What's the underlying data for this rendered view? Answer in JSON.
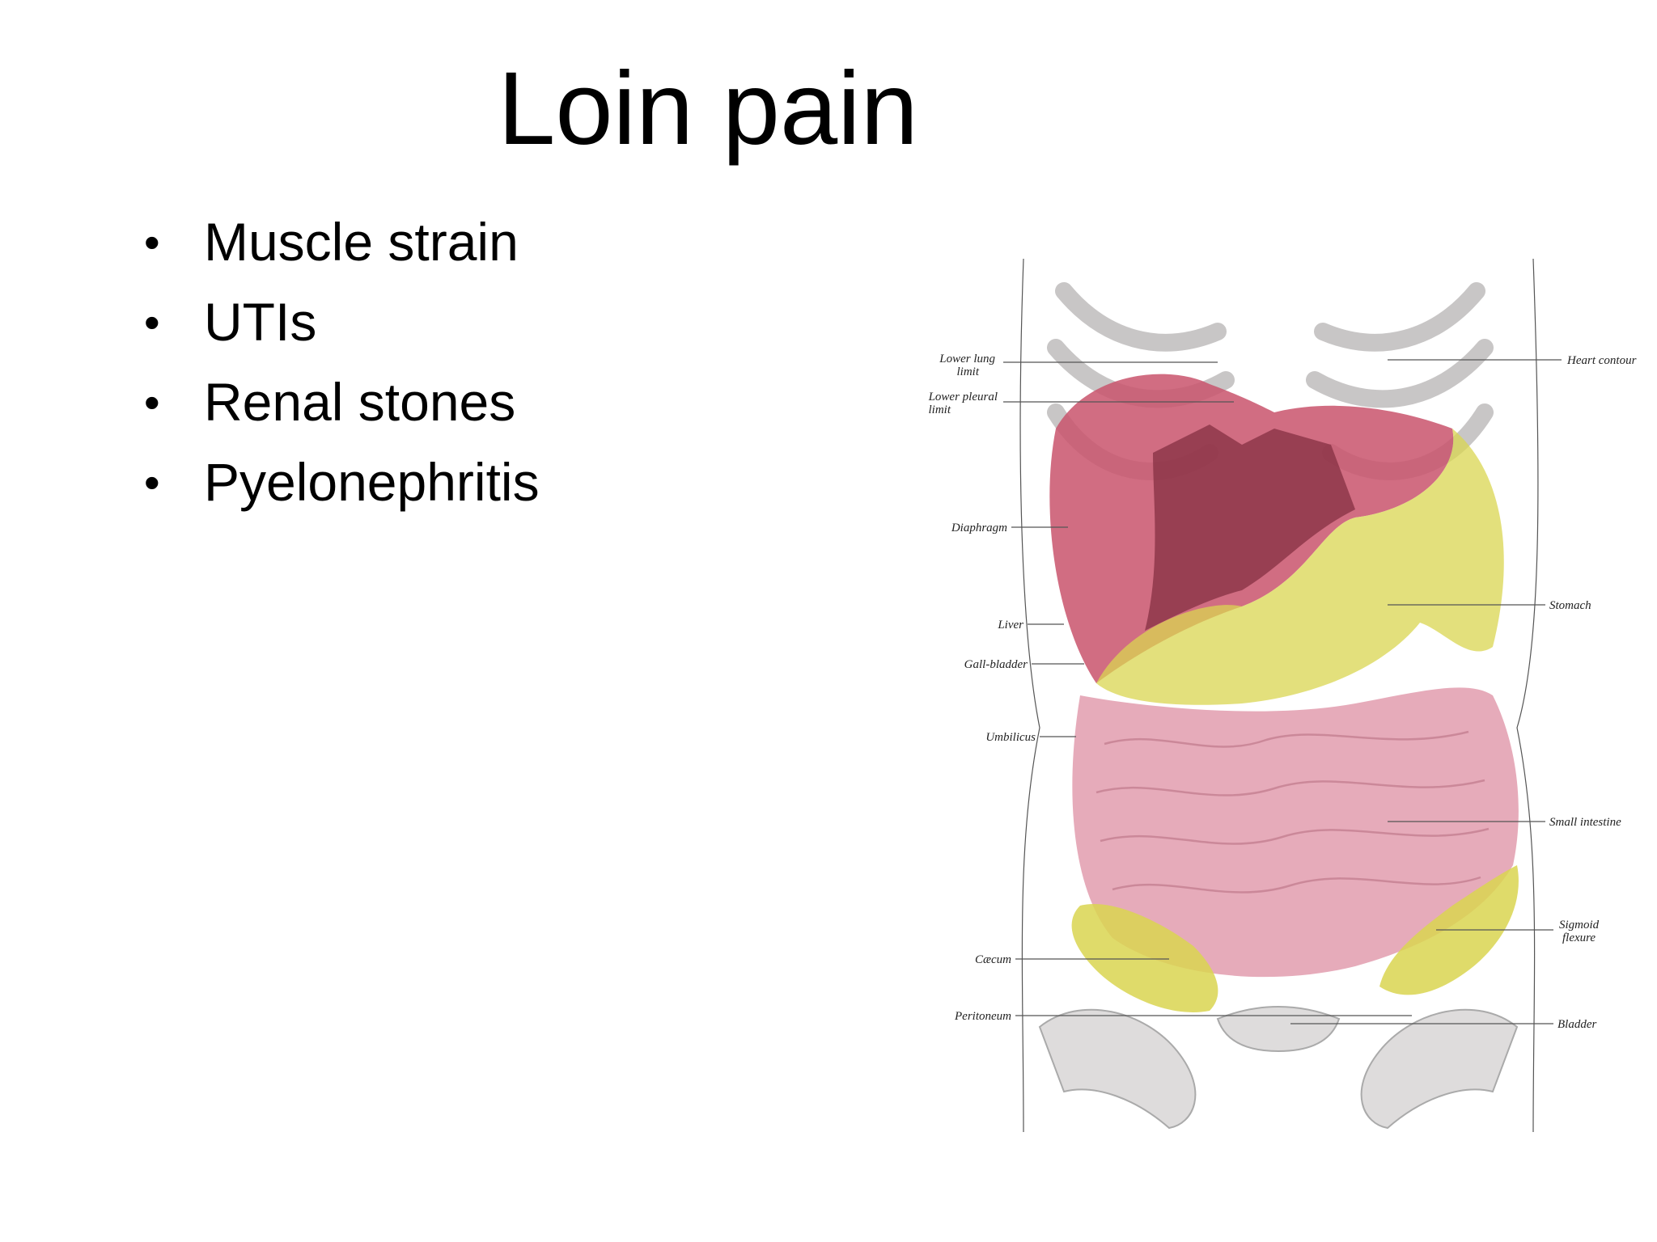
{
  "slide": {
    "title": "Loin pain",
    "bullets": [
      "Muscle strain",
      "UTIs",
      "Renal stones",
      "Pyelonephritis"
    ]
  },
  "figure": {
    "labels_left": [
      "Lower lung",
      "limit",
      "Lower pleural",
      "limit",
      "Diaphragm",
      "Liver",
      "Gall-bladder",
      "Umbilicus",
      "Cæcum",
      "Peritoneum"
    ],
    "labels_right": [
      "Heart contour",
      "Stomach",
      "Small intestine",
      "Sigmoid",
      "flexure",
      "Bladder"
    ],
    "colors": {
      "liver": "#c9546c",
      "liver_dark": "#8a3346",
      "yellow": "#d9d550",
      "intestine": "#e3a2b2",
      "bone": "#dedcdc"
    }
  }
}
